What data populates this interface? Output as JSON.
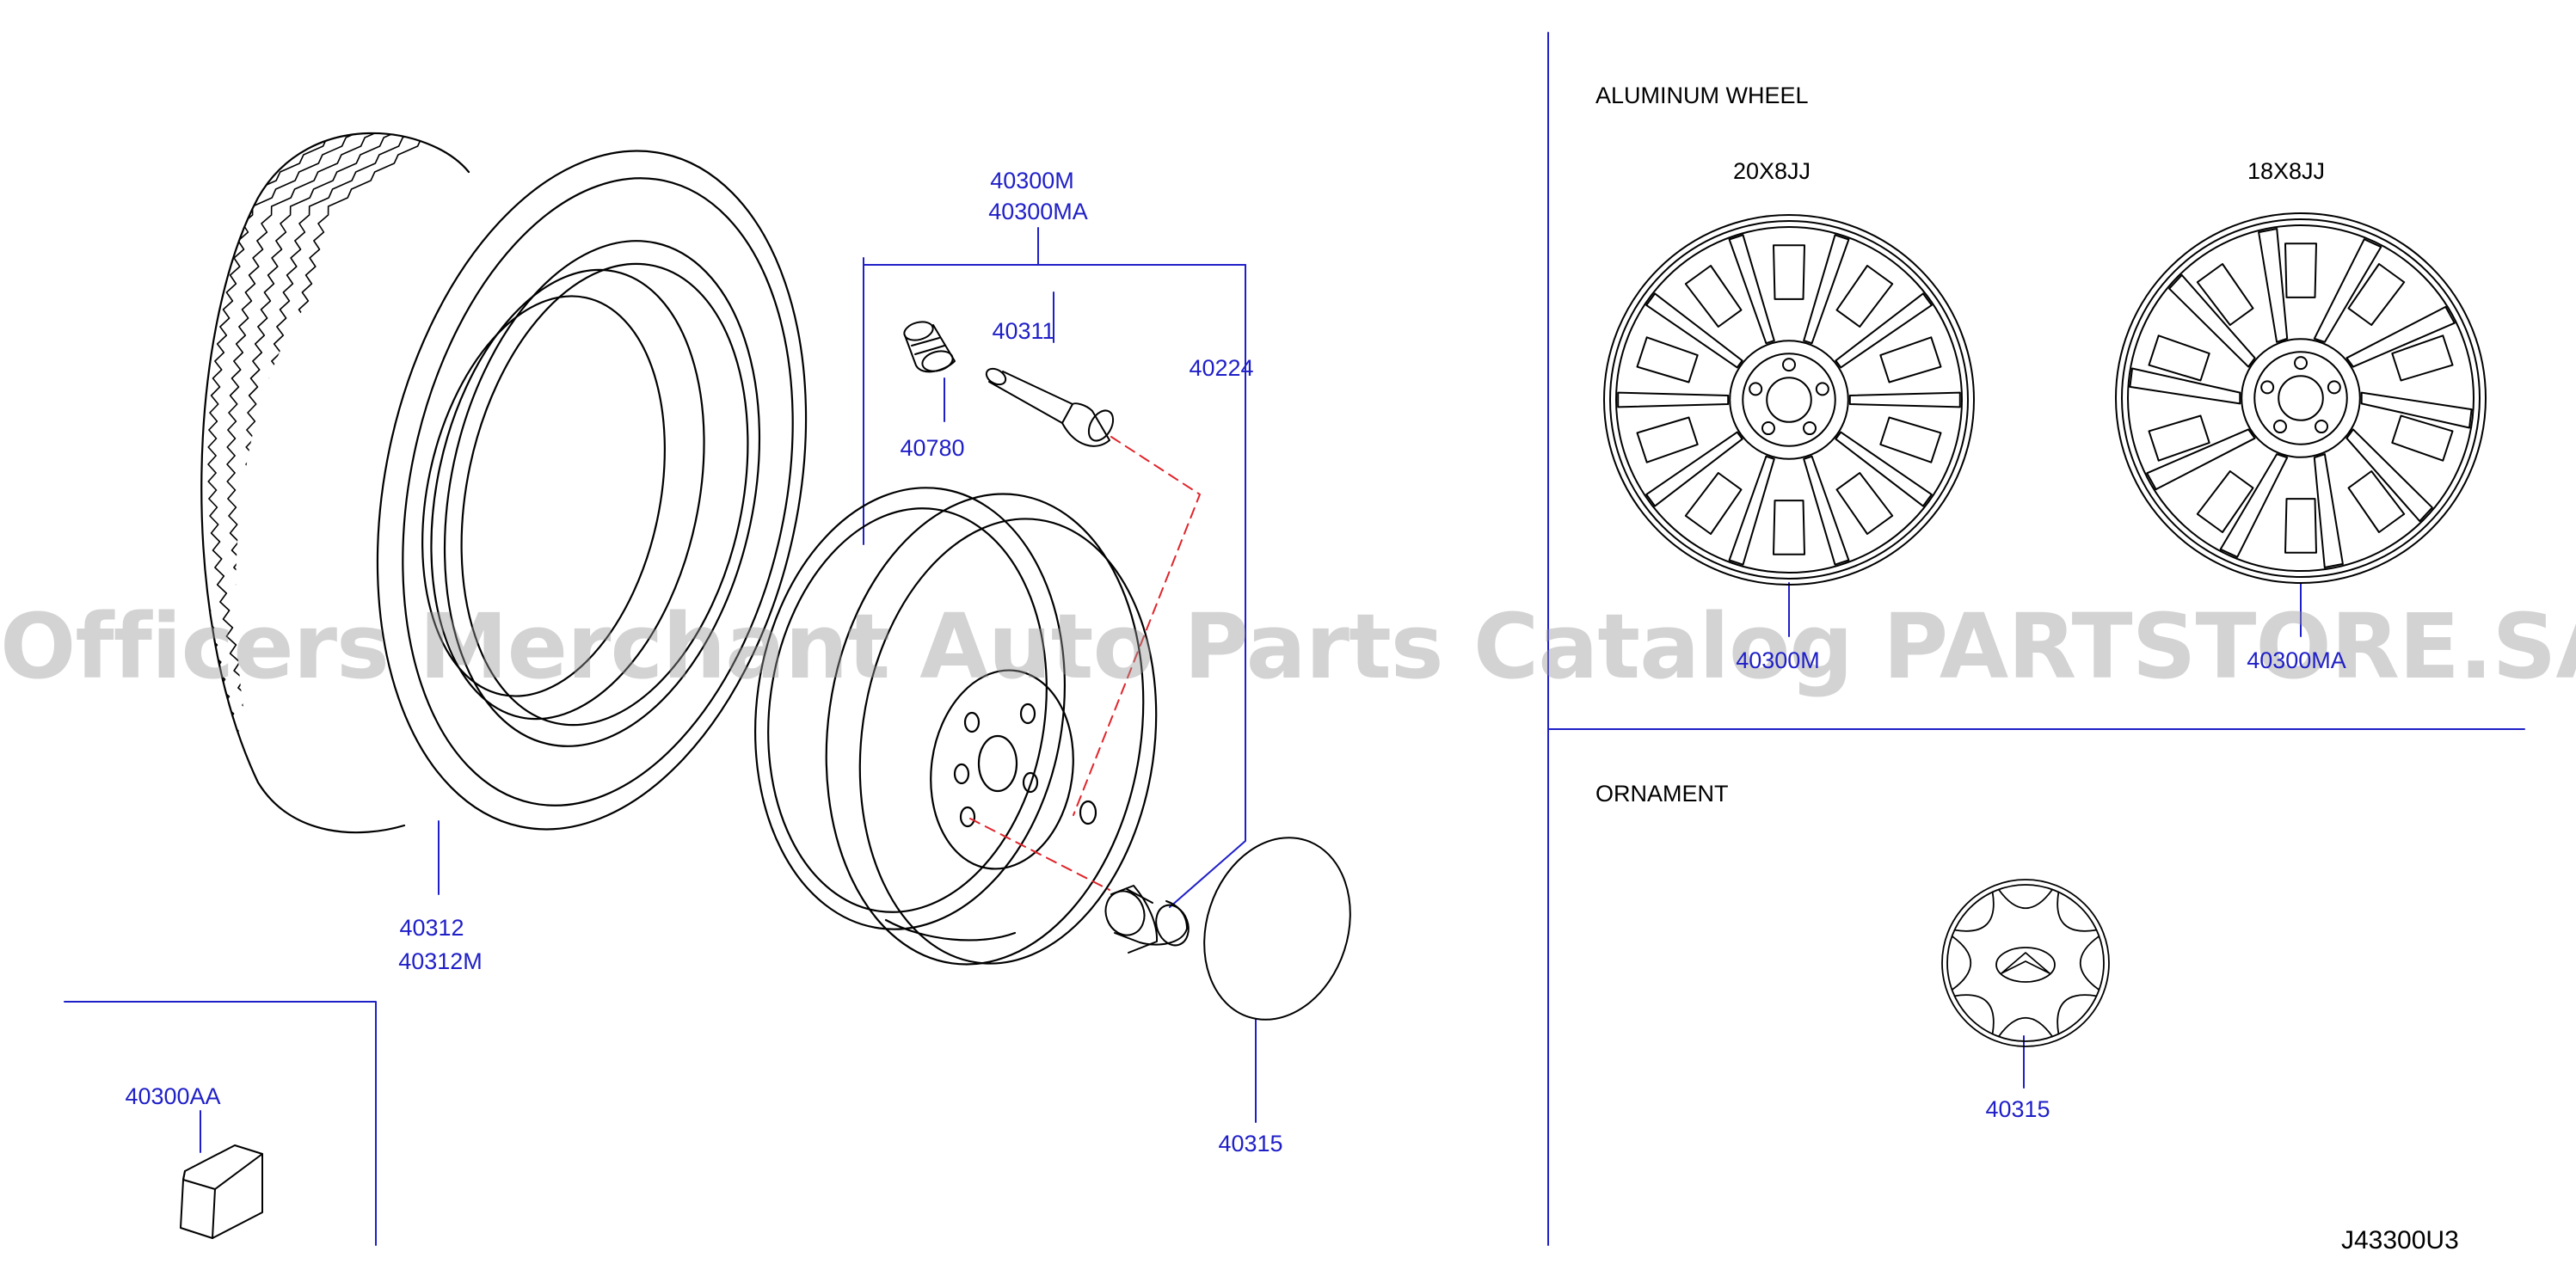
{
  "diagram_code": "J43300U3",
  "watermark": "Officers Merchant Auto Parts Catalog PARTSTORE.SA",
  "colors": {
    "line": "#1f1fc8",
    "drawing": "#000000",
    "dash": "#e0242a",
    "watermark": "#969696"
  },
  "sections": {
    "aluminum_wheel": {
      "title": "ALUMINUM   WHEEL",
      "size_a": "20X8JJ",
      "size_b": "18X8JJ"
    },
    "ornament": {
      "title": "ORNAMENT"
    }
  },
  "parts": {
    "assy_wheel": "40300M",
    "assy_wheel_alt": "40300MA",
    "valve": "40311",
    "nut": "40224",
    "valve_cap": "40780",
    "tire": "40312",
    "tire_alt": "40312M",
    "weight": "40300AA",
    "cap_left": "40315",
    "wheel20_label": "40300M",
    "wheel18_label": "40300MA",
    "ornament_part": "40315"
  }
}
